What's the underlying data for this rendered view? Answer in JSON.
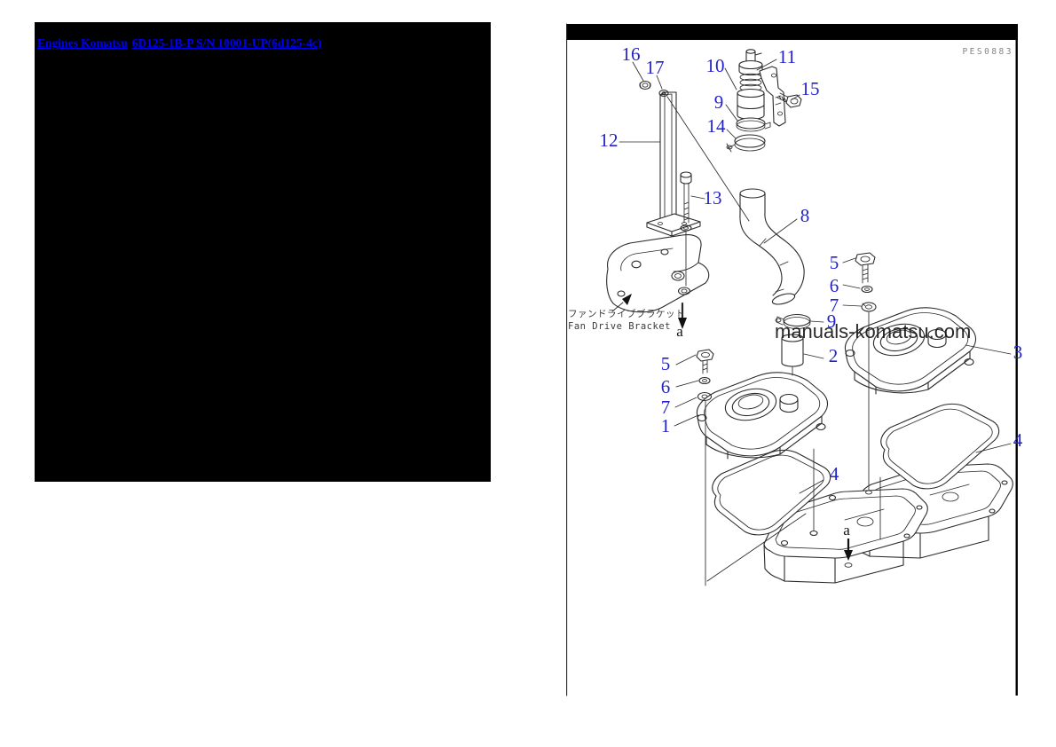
{
  "colors": {
    "link": "#0000EE",
    "callout": "#2222CC",
    "line": "#2a2a2a"
  },
  "left_panel": {
    "links": [
      {
        "label": "Engines Komatsu"
      },
      {
        "label": "6D125-1B-P S/N 10001-UP(6d125-4c)"
      }
    ]
  },
  "diagram": {
    "plate_code": "PES0883",
    "watermark": "manuals-komatsu.com",
    "fan_bracket_label_jp": "ファンドライブブラケット",
    "fan_bracket_label_en": "Fan Drive Bracket",
    "ref_letters": [
      "a",
      "a"
    ],
    "callouts": [
      {
        "label": "16"
      },
      {
        "label": "17"
      },
      {
        "label": "10"
      },
      {
        "label": "11"
      },
      {
        "label": "15"
      },
      {
        "label": "9"
      },
      {
        "label": "14"
      },
      {
        "label": "12"
      },
      {
        "label": "13"
      },
      {
        "label": "8"
      },
      {
        "label": "5"
      },
      {
        "label": "6"
      },
      {
        "label": "7"
      },
      {
        "label": "9"
      },
      {
        "label": "2"
      },
      {
        "label": "3"
      },
      {
        "label": "5"
      },
      {
        "label": "6"
      },
      {
        "label": "7"
      },
      {
        "label": "1"
      },
      {
        "label": "4"
      },
      {
        "label": "4"
      }
    ]
  }
}
